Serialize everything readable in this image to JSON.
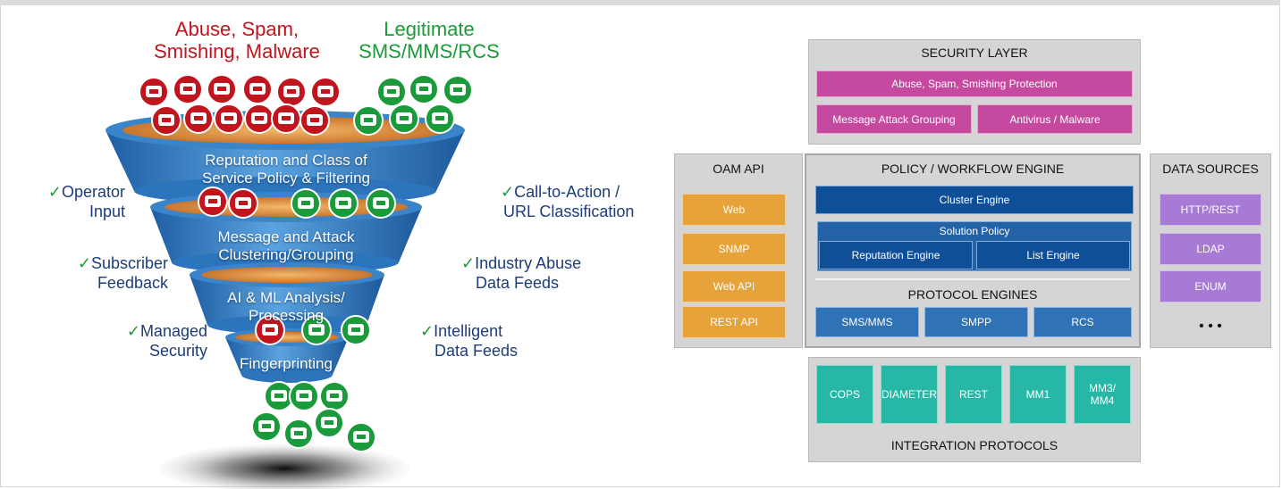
{
  "funnel": {
    "header_bad": [
      "Abuse, Spam,",
      "Smishing, Malware"
    ],
    "header_good": [
      "Legitimate",
      "SMS/MMS/RCS"
    ],
    "tiers": [
      {
        "label": [
          "Reputation and Class of",
          "Service Policy & Filtering"
        ]
      },
      {
        "label": [
          "Message and Attack",
          "Clustering/Grouping"
        ]
      },
      {
        "label": [
          "AI & ML Analysis/",
          "Processing"
        ]
      },
      {
        "label": [
          "Fingerprinting"
        ]
      }
    ],
    "checkmark": "✓",
    "left_labels": [
      [
        "Operator",
        "Input"
      ],
      [
        "Subscriber",
        "Feedback"
      ],
      [
        "Managed",
        "Security"
      ]
    ],
    "right_labels": [
      [
        "Call-to-Action /",
        "URL Classification"
      ],
      [
        "Industry Abuse",
        "Data Feeds"
      ],
      [
        "Intelligent",
        "Data Feeds"
      ]
    ],
    "colors": {
      "threat": "#c1141c",
      "legit": "#1a9a3a",
      "funnel": "#2f7fc6",
      "core": "#e99a45"
    }
  },
  "architecture": {
    "security": {
      "title": "SECURITY LAYER",
      "top_block": "Abuse, Spam, Smishing Protection",
      "left_block": "Message Attack Grouping",
      "right_block": "Antivirus / Malware"
    },
    "oam": {
      "title": "OAM API",
      "items": [
        "Web",
        "SNMP",
        "Web API",
        "REST API"
      ]
    },
    "policy": {
      "title": "POLICY / WORKFLOW ENGINE",
      "cluster": "Cluster Engine",
      "solution_policy": "Solution Policy",
      "reputation": "Reputation Engine",
      "list": "List Engine",
      "protocol_title": "PROTOCOL ENGINES",
      "protocols": [
        "SMS/MMS",
        "SMPP",
        "RCS"
      ]
    },
    "data_sources": {
      "title": "DATA SOURCES",
      "items": [
        "HTTP/REST",
        "LDAP",
        "ENUM"
      ],
      "more": "• • •"
    },
    "integration": {
      "title": "INTEGRATION PROTOCOLS",
      "items": [
        "COPS",
        "DIAMETER",
        "REST",
        "MM1",
        "MM3/\nMM4"
      ]
    }
  }
}
